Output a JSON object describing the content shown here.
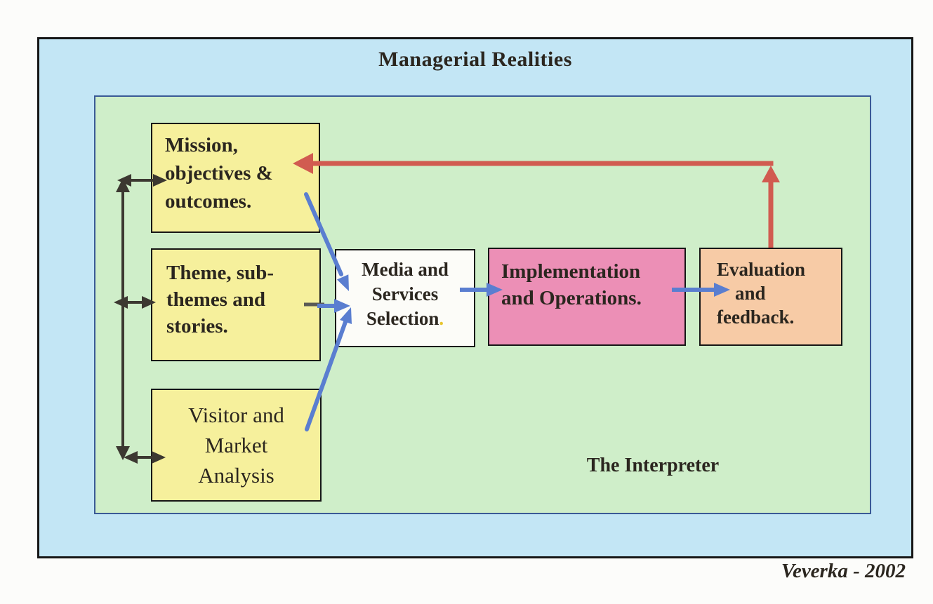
{
  "title": "Managerial Realities",
  "inner_label": "The Interpreter",
  "credit": "Veverka - 2002",
  "boxes": {
    "mission": {
      "lines": [
        "Mission,",
        "objectives &",
        "outcomes."
      ]
    },
    "theme": {
      "lines": [
        "Theme, sub-",
        "themes and",
        "stories."
      ]
    },
    "visitor": {
      "lines": [
        "Visitor and",
        "Market",
        "Analysis"
      ]
    },
    "media": {
      "lines": [
        "Media and",
        "Services"
      ],
      "last_word": "Selection",
      "period": "."
    },
    "implementation": {
      "lines": [
        "Implementation",
        "and Operations."
      ]
    },
    "evaluation": {
      "lines": [
        "Evaluation",
        "and",
        "feedback."
      ]
    }
  },
  "colors": {
    "outer_background": "#c3e6f5",
    "inner_background": "#cfeec9",
    "inner_border": "#3a5a96",
    "yellow_box": "#f6f09c",
    "white_box": "#fcfcf8",
    "pink_box": "#ec8fb6",
    "peach_box": "#f7cba6",
    "red_arrow": "#d15b50",
    "blue_arrow": "#5a7ed0",
    "black_arrow": "#3c3831",
    "media_period": "#e7c52e"
  }
}
